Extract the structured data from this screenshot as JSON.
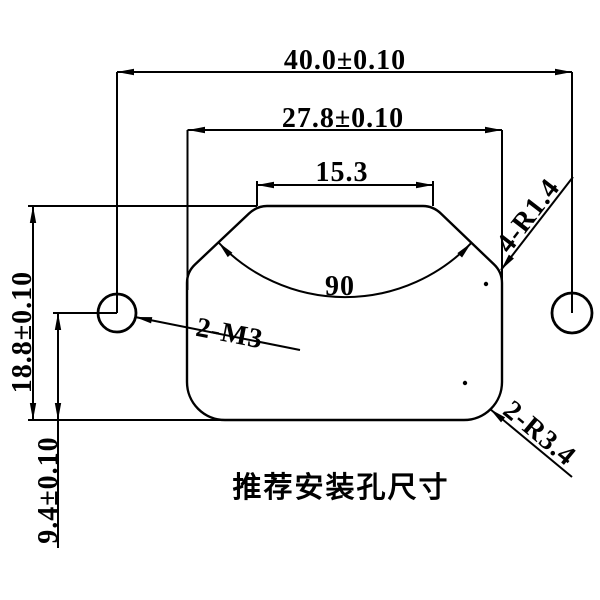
{
  "title": "推荐安装孔尺寸",
  "dims": {
    "outer_width": "40.0±0.10",
    "inner_width": "27.8±0.10",
    "top_width": "15.3",
    "angle": "90",
    "total_height": "18.8±0.10",
    "hole_height": "9.4±0.10",
    "thread_label": "2-M3",
    "fillet_top_label": "4-R1.4",
    "fillet_bottom_label": "2-R3.4"
  },
  "colors": {
    "line": "#000000",
    "background": "#ffffff"
  }
}
